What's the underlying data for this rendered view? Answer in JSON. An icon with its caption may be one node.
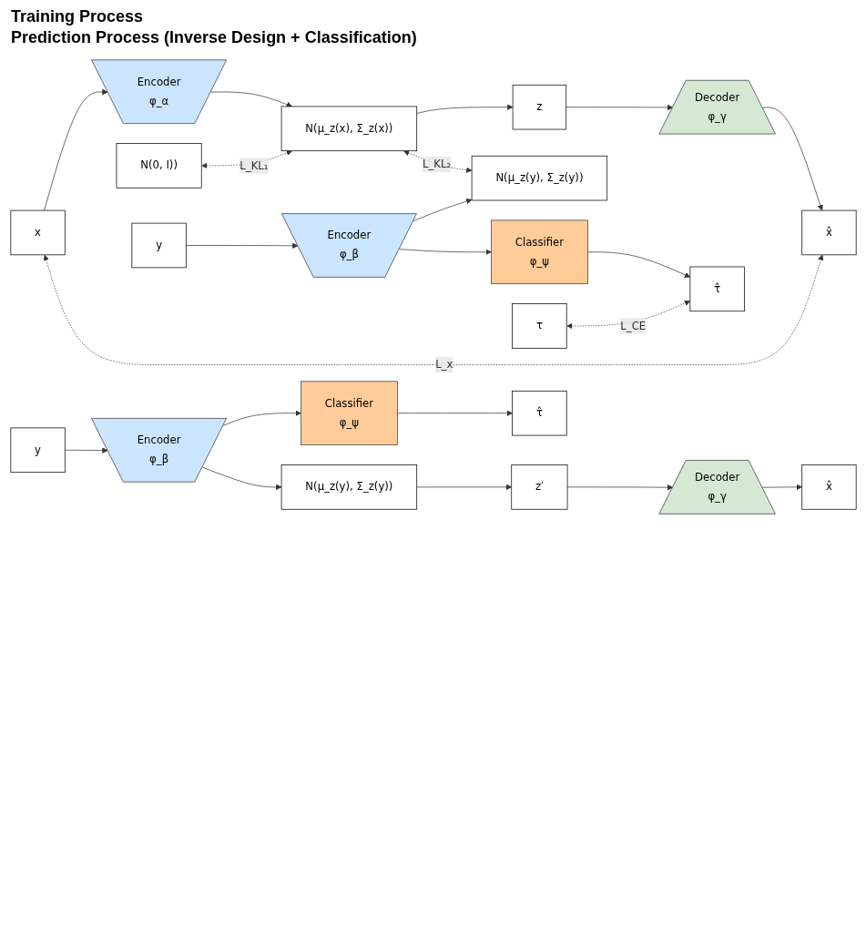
{
  "diagram": {
    "nodes": [
      {
        "text": [
          "x"
        ]
      },
      {
        "text": [
          "Encoder",
          "φ_α"
        ]
      },
      {
        "text": [
          "N(0, I))"
        ]
      },
      {
        "text": [
          "N(μ_z(x), Σ_z(x))"
        ]
      },
      {
        "text": [
          "z"
        ]
      },
      {
        "text": [
          "Decoder",
          "φ_γ"
        ]
      },
      {
        "text": [
          "x̂"
        ]
      },
      {
        "text": [
          "y"
        ]
      },
      {
        "text": [
          "Encoder",
          "φ_β"
        ]
      },
      {
        "text": [
          "N(μ_z(y), Σ_z(y))"
        ]
      },
      {
        "text": [
          "τ"
        ]
      },
      {
        "text": [
          "Classifier",
          "φ_ψ"
        ]
      },
      {
        "text": [
          "τ̂"
        ]
      },
      {
        "text": [
          "y"
        ]
      },
      {
        "text": [
          "Encoder",
          "φ_β"
        ]
      },
      {
        "text": [
          "N(μ_z(y), Σ_z(y))"
        ]
      },
      {
        "text": [
          "z′"
        ]
      },
      {
        "text": [
          "Decoder",
          "φ_γ"
        ]
      },
      {
        "text": [
          "x̂"
        ]
      },
      {
        "text": [
          "Classifier",
          "φ_ψ"
        ]
      },
      {
        "text": [
          "τ̂"
        ]
      }
    ],
    "edges": [
      {
        "from": 0,
        "to": 1,
        "arrow": "to"
      },
      {
        "from": 1,
        "to": 3,
        "arrow": "to"
      },
      {
        "from": 3,
        "to": 4,
        "arrow": "to"
      },
      {
        "from": 4,
        "to": 5,
        "arrow": "to"
      },
      {
        "from": 5,
        "to": 6,
        "arrow": "to"
      },
      {
        "from": 0,
        "to": 6,
        "arrow": "both",
        "style": "dashed",
        "label": "L_x"
      },
      {
        "from": 2,
        "to": 3,
        "arrow": "both",
        "style": "dashed",
        "label": "L_KL₁"
      },
      {
        "from": 3,
        "to": 9,
        "arrow": "both",
        "style": "dashed",
        "label": "L_KL₂"
      },
      {
        "from": 7,
        "to": 8,
        "arrow": "to"
      },
      {
        "from": 8,
        "to": 9,
        "arrow": "to"
      },
      {
        "from": 8,
        "to": 11,
        "arrow": "to"
      },
      {
        "from": 11,
        "to": 12,
        "arrow": "to"
      },
      {
        "from": 10,
        "to": 12,
        "arrow": "both",
        "style": "dashed",
        "label": "L_CE"
      },
      {
        "from": 13,
        "to": 14,
        "arrow": "to"
      },
      {
        "from": 14,
        "to": 15,
        "arrow": "to"
      },
      {
        "from": 15,
        "to": 16,
        "arrow": "to"
      },
      {
        "from": 16,
        "to": 17,
        "arrow": "to"
      },
      {
        "from": 17,
        "to": 18,
        "arrow": "to"
      },
      {
        "from": 14,
        "to": 19,
        "arrow": "to"
      },
      {
        "from": 19,
        "to": 20,
        "arrow": "to"
      }
    ],
    "labels": [
      "Training Process",
      "Prediction Process (Inverse Design + Classification)"
    ]
  }
}
